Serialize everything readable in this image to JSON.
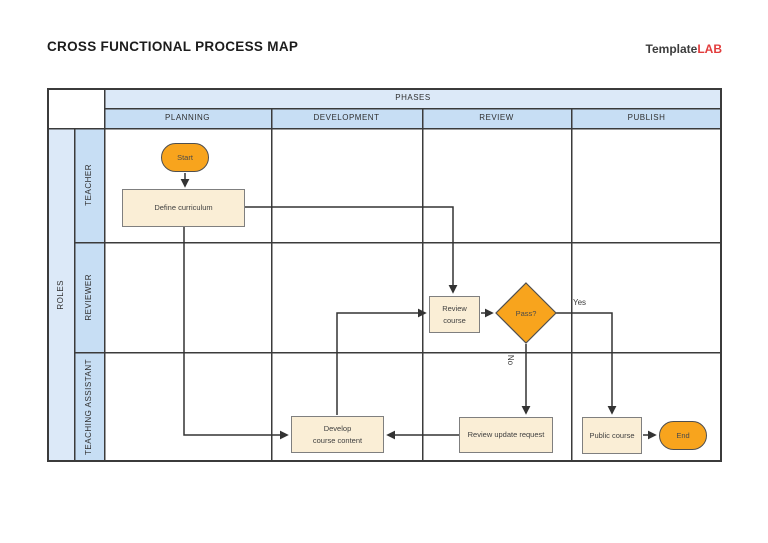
{
  "page": {
    "title": "CROSS FUNCTIONAL PROCESS MAP",
    "logo": {
      "text_dark": "Template",
      "text_red": "LAB"
    }
  },
  "matrix": {
    "phases_header": "PHASES",
    "roles_header": "ROLES",
    "phases": [
      "PLANNING",
      "DEVELOPMENT",
      "REVIEW",
      "PUBLISH"
    ],
    "roles": [
      "TEACHER",
      "REVIEWER",
      "TEACHING ASSISTANT"
    ]
  },
  "flowchart": {
    "nodes": {
      "start": {
        "type": "terminator",
        "label": "Start"
      },
      "define_curriculum": {
        "type": "process",
        "label": "Define curriculum"
      },
      "review_course": {
        "type": "process",
        "label": "Review\ncourse"
      },
      "pass": {
        "type": "decision",
        "label": "Pass?"
      },
      "develop_course_content": {
        "type": "process",
        "label": "Develop\ncourse content"
      },
      "review_update_request": {
        "type": "process",
        "label": "Review update request"
      },
      "public_course": {
        "type": "process",
        "label": "Public course"
      },
      "end": {
        "type": "terminator",
        "label": "End"
      }
    },
    "edge_labels": {
      "yes": "Yes",
      "no": "No"
    }
  },
  "colors": {
    "accent_orange": "#F8A41D",
    "process_fill": "#FAEED6",
    "header_light_blue": "#DCE9F8",
    "header_mid_blue": "#C7DEF4",
    "grid_line": "#3B3B3B",
    "connector": "#333333",
    "logo_red": "#E23C3C"
  }
}
